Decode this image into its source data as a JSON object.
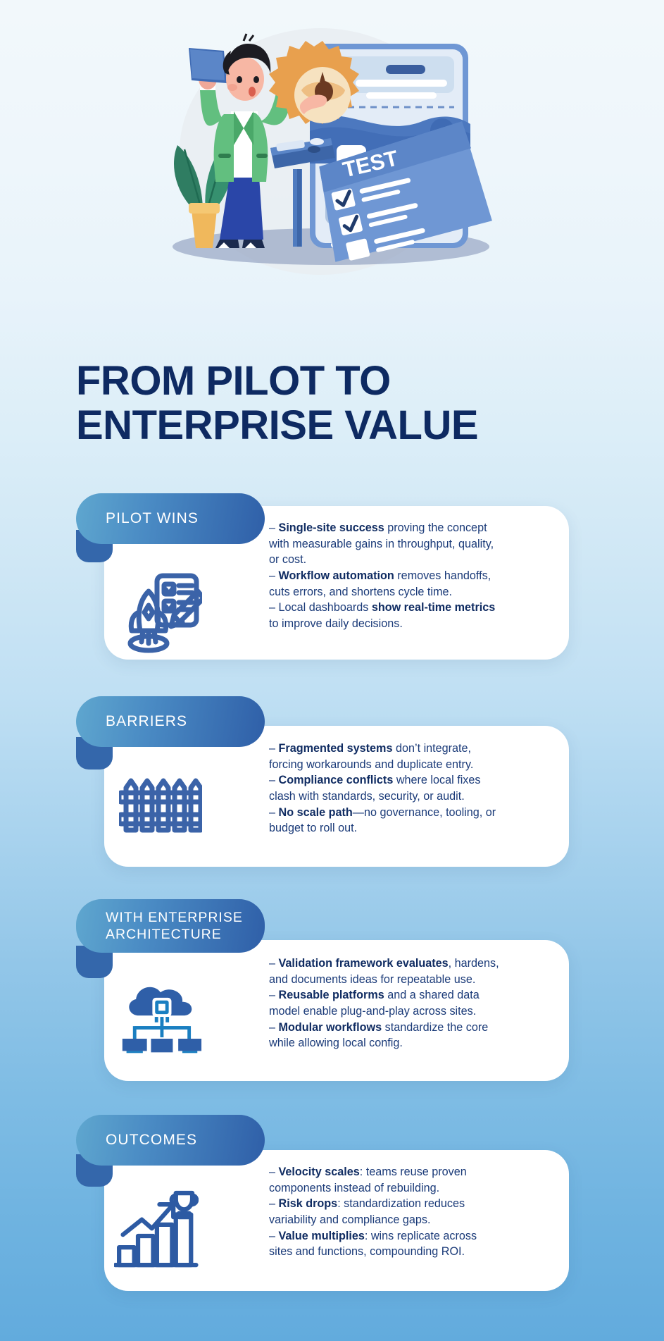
{
  "colors": {
    "title": "#0e2a62",
    "body_text": "#1a3a78",
    "pill_gradient_start": "#5fa7cf",
    "pill_gradient_end": "#2f5fa8",
    "card_bg": "#ffffff",
    "page_gradient_top": "#f2f8fb",
    "page_gradient_bottom": "#62abdd",
    "icon_blue": "#3b63a8"
  },
  "hero": {
    "illustration_name": "person-reviewing-test-checklist-illustration",
    "banner_label": "TEST",
    "star_count": 3
  },
  "title": {
    "line1": "FROM PILOT TO",
    "line2": "ENTERPRISE VALUE"
  },
  "sections": [
    {
      "id": "pilot-wins",
      "pill_label": "PILOT WINS",
      "icon": "rocket-checklist-icon",
      "bullets": [
        {
          "dash": "– ",
          "bold": "Single-site success",
          "rest": " proving the concept with measurable gains in throughput, quality, or cost."
        },
        {
          "dash": "– ",
          "bold": "Workflow automation",
          "rest": " removes handoffs, cuts errors, and shortens cycle time."
        },
        {
          "dash": "– ",
          "pre": "Local dashboards ",
          "bold": "show real-time metrics",
          "rest": " to improve daily decisions."
        }
      ]
    },
    {
      "id": "barriers",
      "pill_label": "BARRIERS",
      "icon": "fence-icon",
      "bullets": [
        {
          "dash": "– ",
          "bold": "Fragmented systems",
          "rest": " don’t integrate, forcing workarounds and duplicate entry."
        },
        {
          "dash": "– ",
          "bold": "Compliance conflicts",
          "rest": " where local fixes clash with standards, security, or audit."
        },
        {
          "dash": "– ",
          "bold": "No scale path",
          "rest": "—no governance, tooling, or budget to roll out."
        }
      ]
    },
    {
      "id": "with-enterprise-architecture",
      "pill_label": "WITH   ENTERPRISE\nARCHITECTURE",
      "icon": "cloud-network-icon",
      "bullets": [
        {
          "dash": "– ",
          "bold": "Validation framework evaluates",
          "rest": ", hardens, and documents ideas for repeatable use."
        },
        {
          "dash": "– ",
          "bold": "Reusable platforms",
          "rest": " and a shared data model enable plug-and-play across sites."
        },
        {
          "dash": "– ",
          "bold": "Modular workflows",
          "rest": " standardize the core while allowing local config."
        }
      ]
    },
    {
      "id": "outcomes",
      "pill_label": "OUTCOMES",
      "icon": "growth-chart-trophy-icon",
      "bullets": [
        {
          "dash": "– ",
          "bold": "Velocity scales",
          "rest": ": teams reuse proven components instead of rebuilding."
        },
        {
          "dash": "– ",
          "bold": "Risk drops",
          "rest": ": standardization reduces variability and compliance gaps."
        },
        {
          "dash": "– ",
          "bold": "Value multiplies",
          "rest": ": wins replicate across sites and functions, compounding ROI."
        }
      ]
    }
  ]
}
